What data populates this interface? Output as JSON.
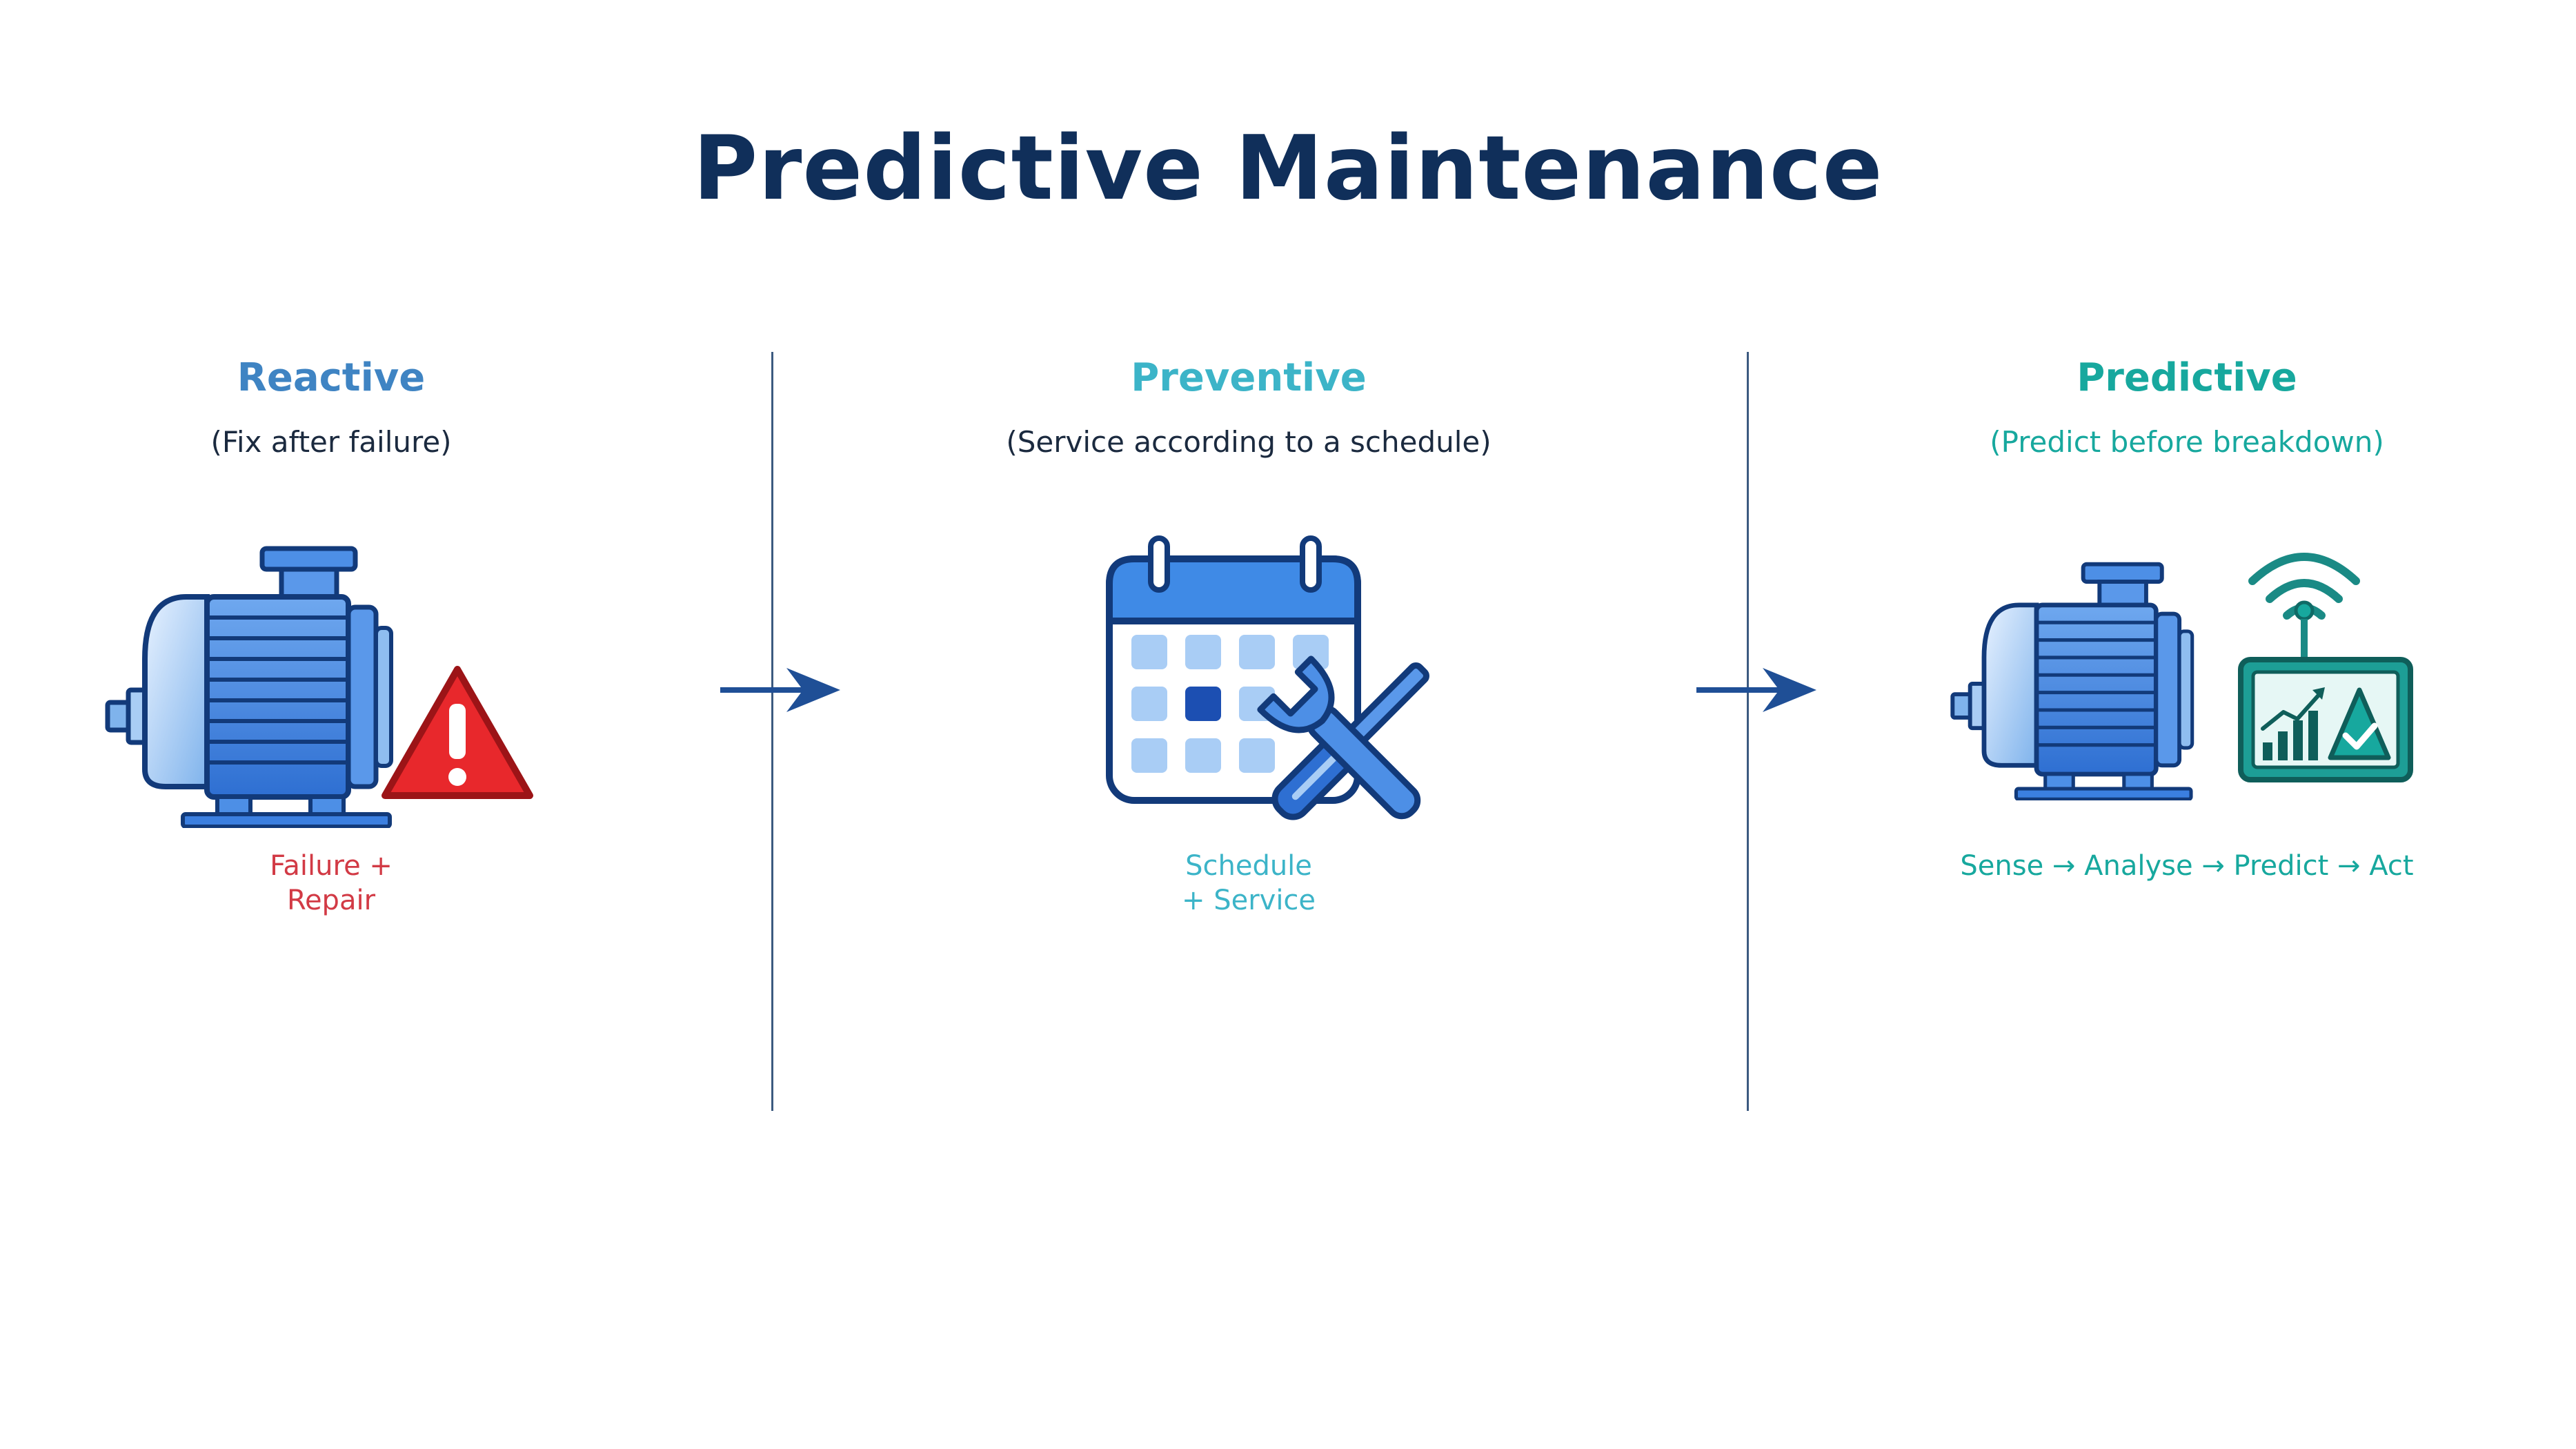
{
  "title": "Predictive Maintenance",
  "colors": {
    "title": "#102f5a",
    "reactive": "#3f84c3",
    "preventive": "#3cb4c8",
    "predictive": "#17a89e",
    "failure_text": "#d23a45",
    "divider": "#3c5a80",
    "arrow": "#1f4f96"
  },
  "stages": [
    {
      "heading": "Reactive",
      "subtitle": "(Fix after failure)",
      "caption_lines": [
        "Failure +",
        "Repair"
      ],
      "icons": [
        "motor-icon",
        "warning-icon"
      ]
    },
    {
      "heading": "Preventive",
      "subtitle": "(Service according to a schedule)",
      "caption_lines": [
        "Schedule",
        "+ Service"
      ],
      "icons": [
        "calendar-icon",
        "wrench-screwdriver-icon"
      ]
    },
    {
      "heading": "Predictive",
      "subtitle": "(Predict before breakdown)",
      "caption_lines": [
        "Sense → Analyse → Predict → Act"
      ],
      "icons": [
        "motor-icon",
        "wifi-signal-icon",
        "analytics-monitor-icon"
      ]
    }
  ],
  "arrows": [
    "arrow-right-icon",
    "arrow-right-icon"
  ]
}
